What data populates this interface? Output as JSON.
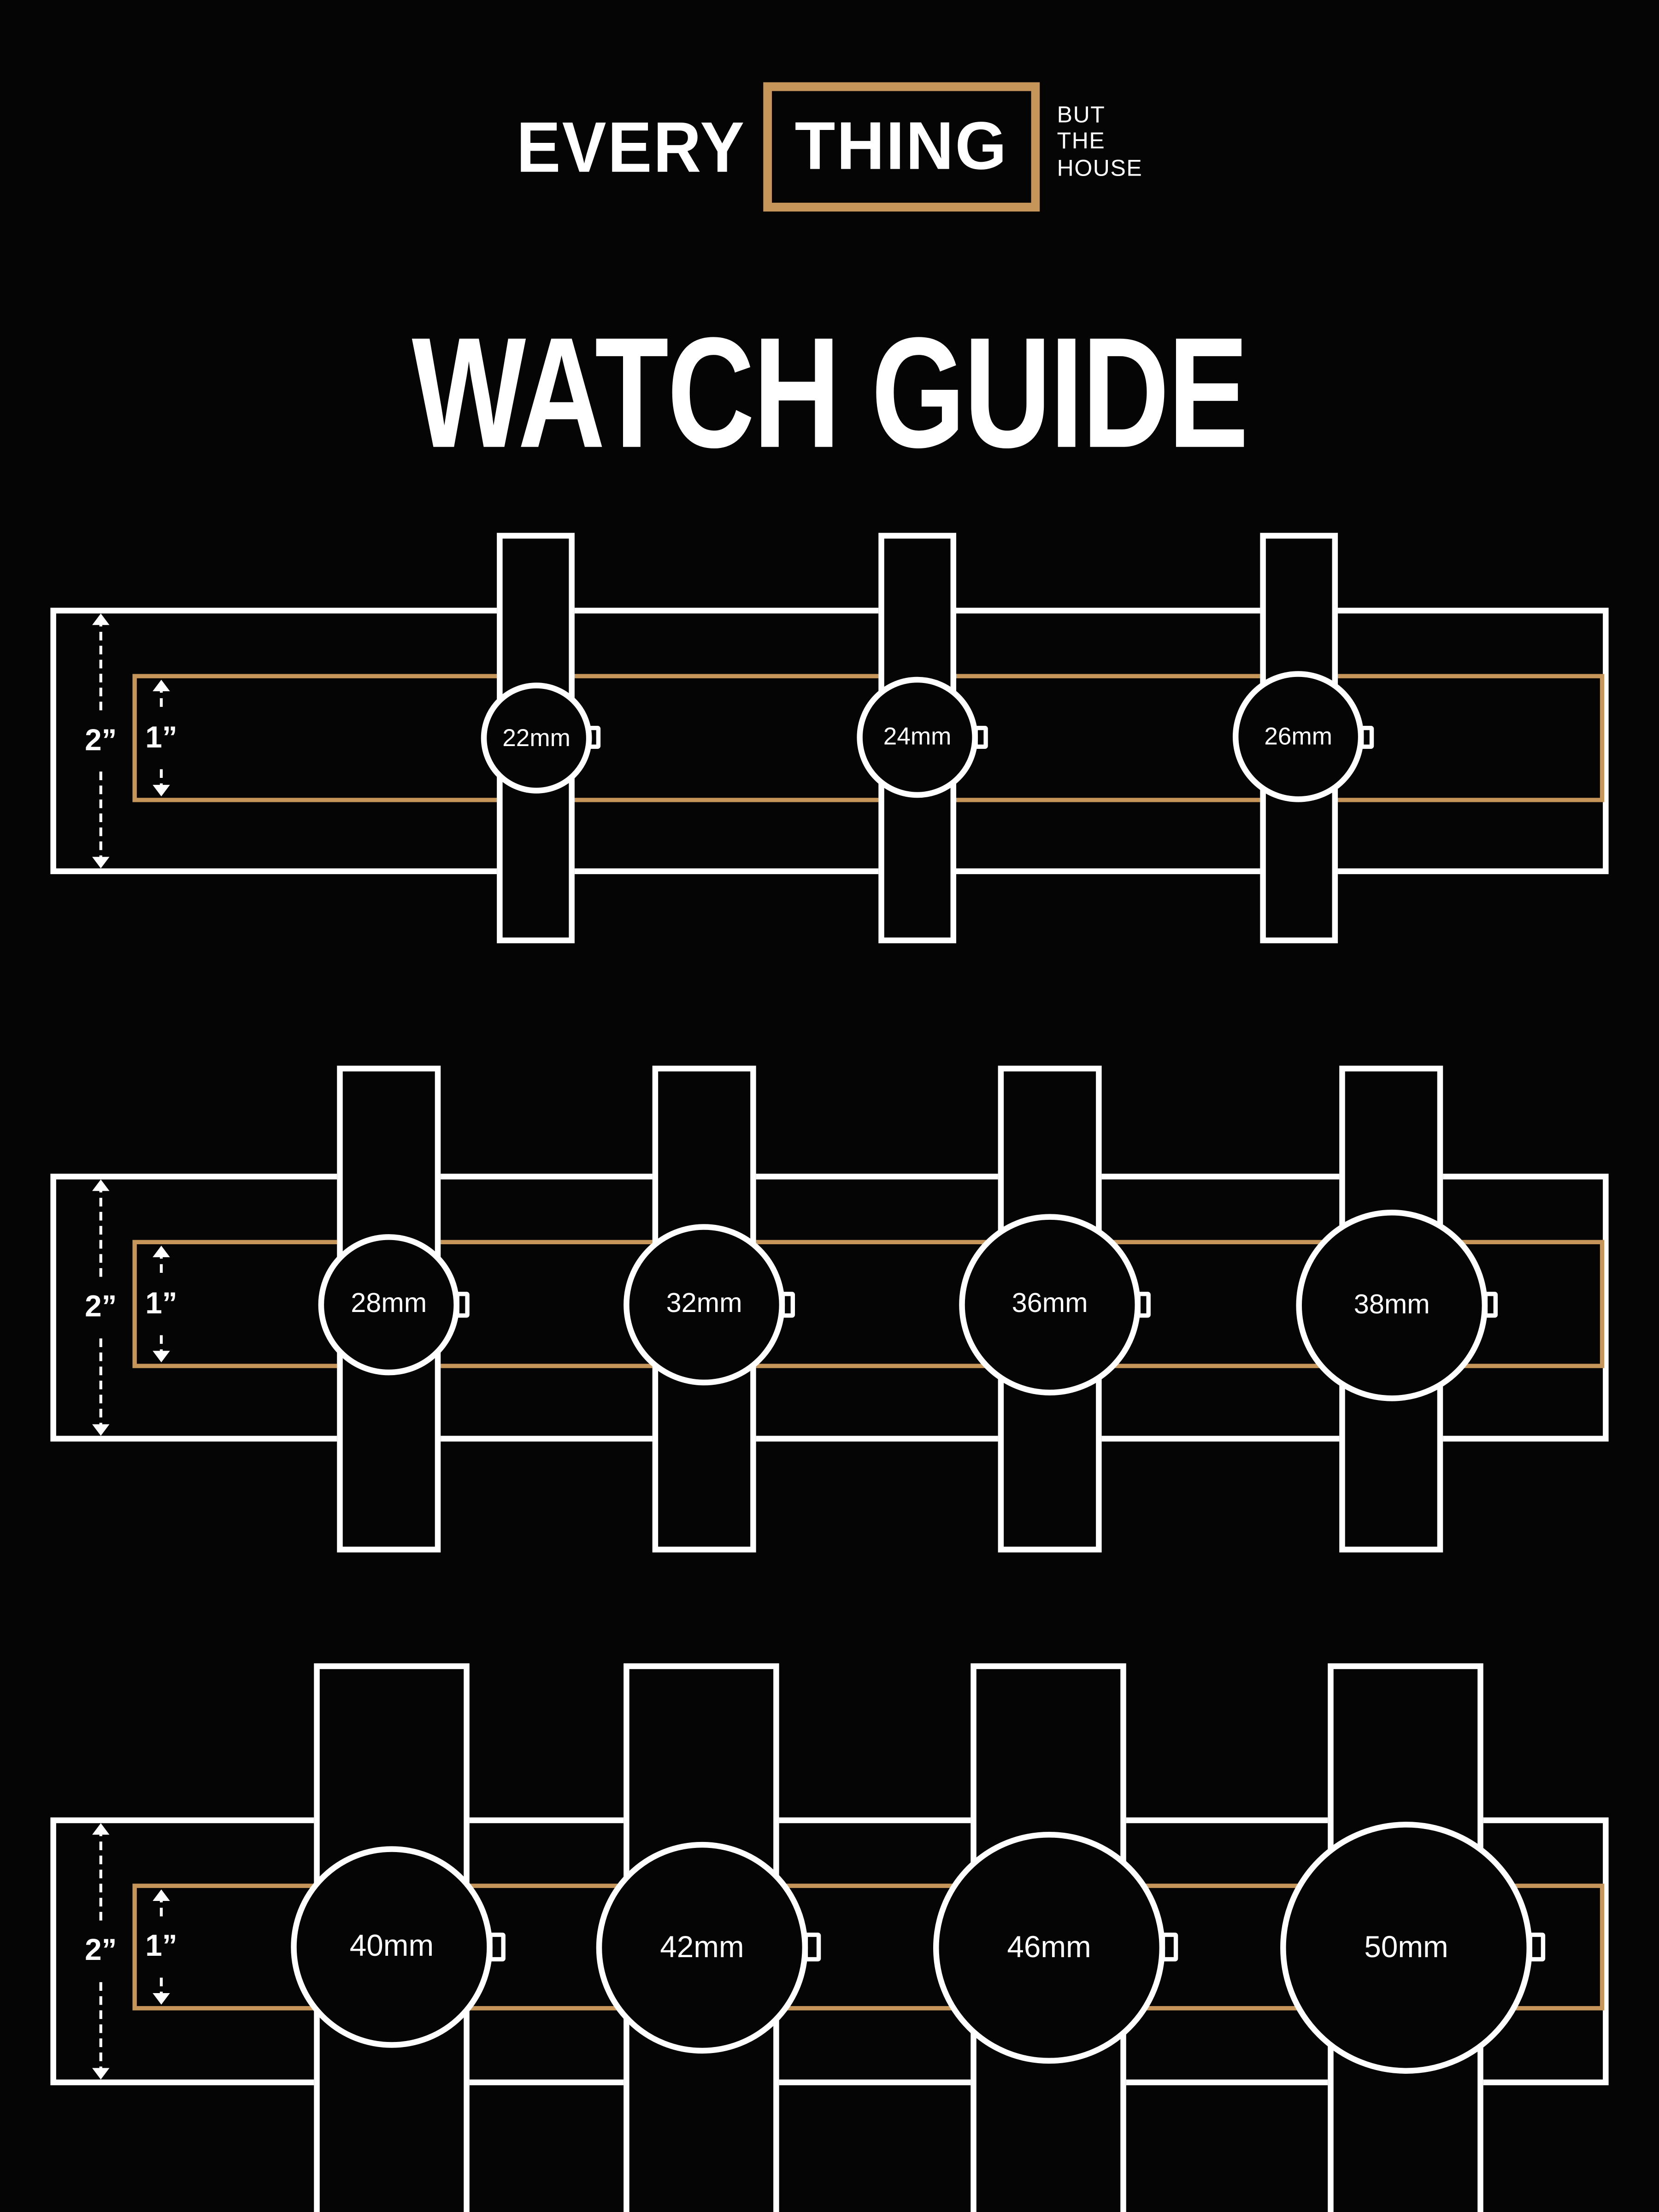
{
  "colors": {
    "background": "#050505",
    "gold": "#C6955A",
    "white": "#FFFFFF"
  },
  "logo": {
    "word_left": "EVERY",
    "word_boxed": "THING",
    "tagline": [
      "BUT",
      "THE",
      "HOUSE"
    ]
  },
  "title": "WATCH GUIDE",
  "rows": [
    {
      "outer_width_label": "2”",
      "inner_width_label": "1”",
      "watches": [
        {
          "label": "22mm",
          "size_mm": 22
        },
        {
          "label": "24mm",
          "size_mm": 24
        },
        {
          "label": "26mm",
          "size_mm": 26
        }
      ]
    },
    {
      "outer_width_label": "2”",
      "inner_width_label": "1”",
      "watches": [
        {
          "label": "28mm",
          "size_mm": 28
        },
        {
          "label": "32mm",
          "size_mm": 32
        },
        {
          "label": "36mm",
          "size_mm": 36
        },
        {
          "label": "38mm",
          "size_mm": 38
        }
      ]
    },
    {
      "outer_width_label": "2”",
      "inner_width_label": "1”",
      "watches": [
        {
          "label": "40mm",
          "size_mm": 40
        },
        {
          "label": "42mm",
          "size_mm": 42
        },
        {
          "label": "46mm",
          "size_mm": 46
        },
        {
          "label": "50mm",
          "size_mm": 50
        }
      ]
    }
  ]
}
